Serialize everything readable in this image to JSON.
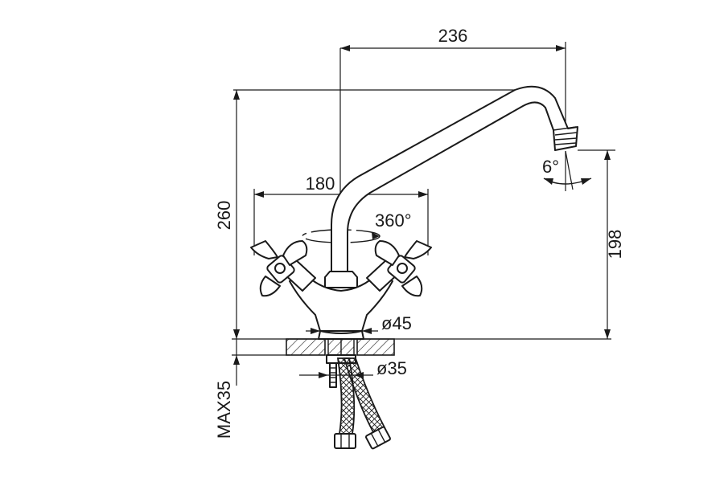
{
  "dimensions": {
    "spout_reach": "236",
    "height_total": "260",
    "body_width": "180",
    "rotation": "360°",
    "spout_angle": "6°",
    "spout_height": "198",
    "base_diameter": "ø45",
    "hole_diameter": "ø35",
    "max_thickness": "MAX35"
  },
  "colors": {
    "line": "#1a1a1a",
    "background": "#ffffff"
  }
}
